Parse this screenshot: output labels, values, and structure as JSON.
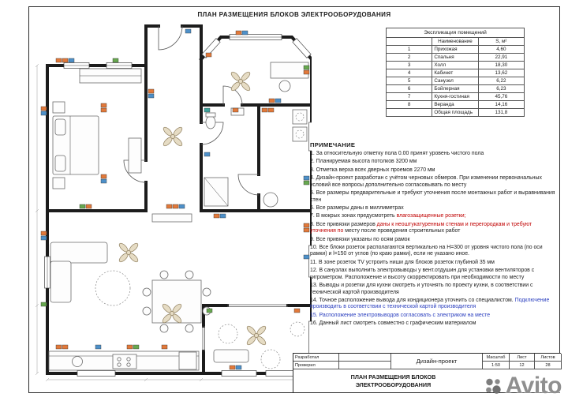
{
  "page": {
    "title": "ПЛАН РАЗМЕЩЕНИЯ БЛОКОВ ЭЛЕКТРООБОРУДОВАНИЯ"
  },
  "colors": {
    "wall": "#1c1c1c",
    "outlet_orange": "#e2793a",
    "outlet_blue": "#4d90c9",
    "outlet_green": "#67a84f",
    "outlet_teal": "#3fa39c",
    "text_r": "#c00000",
    "text_b": "#2b3fbf"
  },
  "explication": {
    "title": "Экспликация помещений",
    "col_num": "",
    "col_name": "Наименование",
    "col_area": "S, м²",
    "rows": [
      {
        "num": "1",
        "name": "Прихожая",
        "area": "4,60"
      },
      {
        "num": "2",
        "name": "Спальня",
        "area": "22,91"
      },
      {
        "num": "3",
        "name": "Холл",
        "area": "18,30"
      },
      {
        "num": "4",
        "name": "Кабинет",
        "area": "13,62"
      },
      {
        "num": "5",
        "name": "Санузел",
        "area": "6,22"
      },
      {
        "num": "6",
        "name": "Бойлерная",
        "area": "6,23"
      },
      {
        "num": "7",
        "name": "Кухня-гостиная",
        "area": "45,76"
      },
      {
        "num": "8",
        "name": "Веранда",
        "area": "14,16"
      },
      {
        "num": "",
        "name": "Общая площадь",
        "area": "131,8"
      }
    ]
  },
  "notes": {
    "title": "ПРИМЕЧАНИЕ",
    "items": [
      {
        "parts": [
          {
            "text": "1. За относительную отметку пола 0.00 принят уровень чистого пола",
            "c": "k"
          }
        ]
      },
      {
        "parts": [
          {
            "text": "2. Планируемая высота потолков 3200 мм",
            "c": "k"
          }
        ]
      },
      {
        "parts": [
          {
            "text": "3. Отметка верха всех дверных проемов 2270 мм",
            "c": "k"
          }
        ]
      },
      {
        "parts": [
          {
            "text": "4. Дизайн-проект разработан с учётом черновых обмеров. При изменении первоначальных условий все вопросы дополнительно согласовывать по месту",
            "c": "k"
          }
        ]
      },
      {
        "parts": [
          {
            "text": "5. Все размеры предварительные и требуют уточнения после монтажных работ и выравнивания стен",
            "c": "k"
          }
        ]
      },
      {
        "parts": [
          {
            "text": "6. Все размеры даны в миллиметрах",
            "c": "k"
          }
        ]
      },
      {
        "parts": [
          {
            "text": "7. В мокрых зонах предусмотреть ",
            "c": "k"
          },
          {
            "text": "влагозащищенные розетки;",
            "c": "r"
          }
        ]
      },
      {
        "parts": [
          {
            "text": "8. Все привязки размеров ",
            "c": "k"
          },
          {
            "text": "даны к неоштукатуренным стенам и перегородкам и требуют уточнения по ",
            "c": "r"
          },
          {
            "text": "месту после проведения строительных работ",
            "c": "k"
          }
        ]
      },
      {
        "parts": [
          {
            "text": "9. Все привязки указаны по осям рамок",
            "c": "k"
          }
        ]
      },
      {
        "parts": [
          {
            "text": "10. Все блоки розеток располагаются вертикально на H=300 от уровня чистого пола (по оси рамки) и l=150 от углов (по краю рамки), если не указано иное.",
            "c": "k"
          }
        ]
      },
      {
        "parts": [
          {
            "text": "11. В зоне розеток TV устроить ниши для блоков розеток глубиной 35 мм",
            "c": "k"
          }
        ]
      },
      {
        "parts": [
          {
            "text": "12. В санузлах выполнить электровыводы у вент.отдушин для установки вентиляторов с гигрометром. Расположение и высоту скорректировать при необходимости по месту",
            "c": "k"
          }
        ]
      },
      {
        "parts": [
          {
            "text": "13. Выводы и розетки для кухни смотреть и уточнять по проекту кухни, в соответствии с технической картой производителя",
            "c": "k"
          }
        ]
      },
      {
        "parts": [
          {
            "text": "14. Точное расположение вывода для кондиционера уточнить со специалистом. ",
            "c": "k"
          },
          {
            "text": "Подключение производить в соответствии с технической картой производителя",
            "c": "b"
          }
        ]
      },
      {
        "parts": [
          {
            "text": "15. Расположение электровыводов согласовать с электриком на месте",
            "c": "b"
          }
        ]
      },
      {
        "parts": [
          {
            "text": "16. Данный лист смотреть совместно с графическим материалом",
            "c": "k"
          }
        ]
      }
    ]
  },
  "title_block": {
    "developed_label": "Разработал",
    "checked_label": "Проверил",
    "project": "Дизайн-проект",
    "scale_label": "Масштаб",
    "scale": "1:50",
    "sheet_label": "Лист",
    "sheet": "12",
    "sheets_label": "Листов",
    "sheets": "28",
    "drawing_title_line1": "ПЛАН РАЗМЕЩЕНИЯ БЛОКОВ",
    "drawing_title_line2": "ЭЛЕКТРООБОРУДОВАНИЯ"
  },
  "watermark": {
    "text": "Avito"
  }
}
